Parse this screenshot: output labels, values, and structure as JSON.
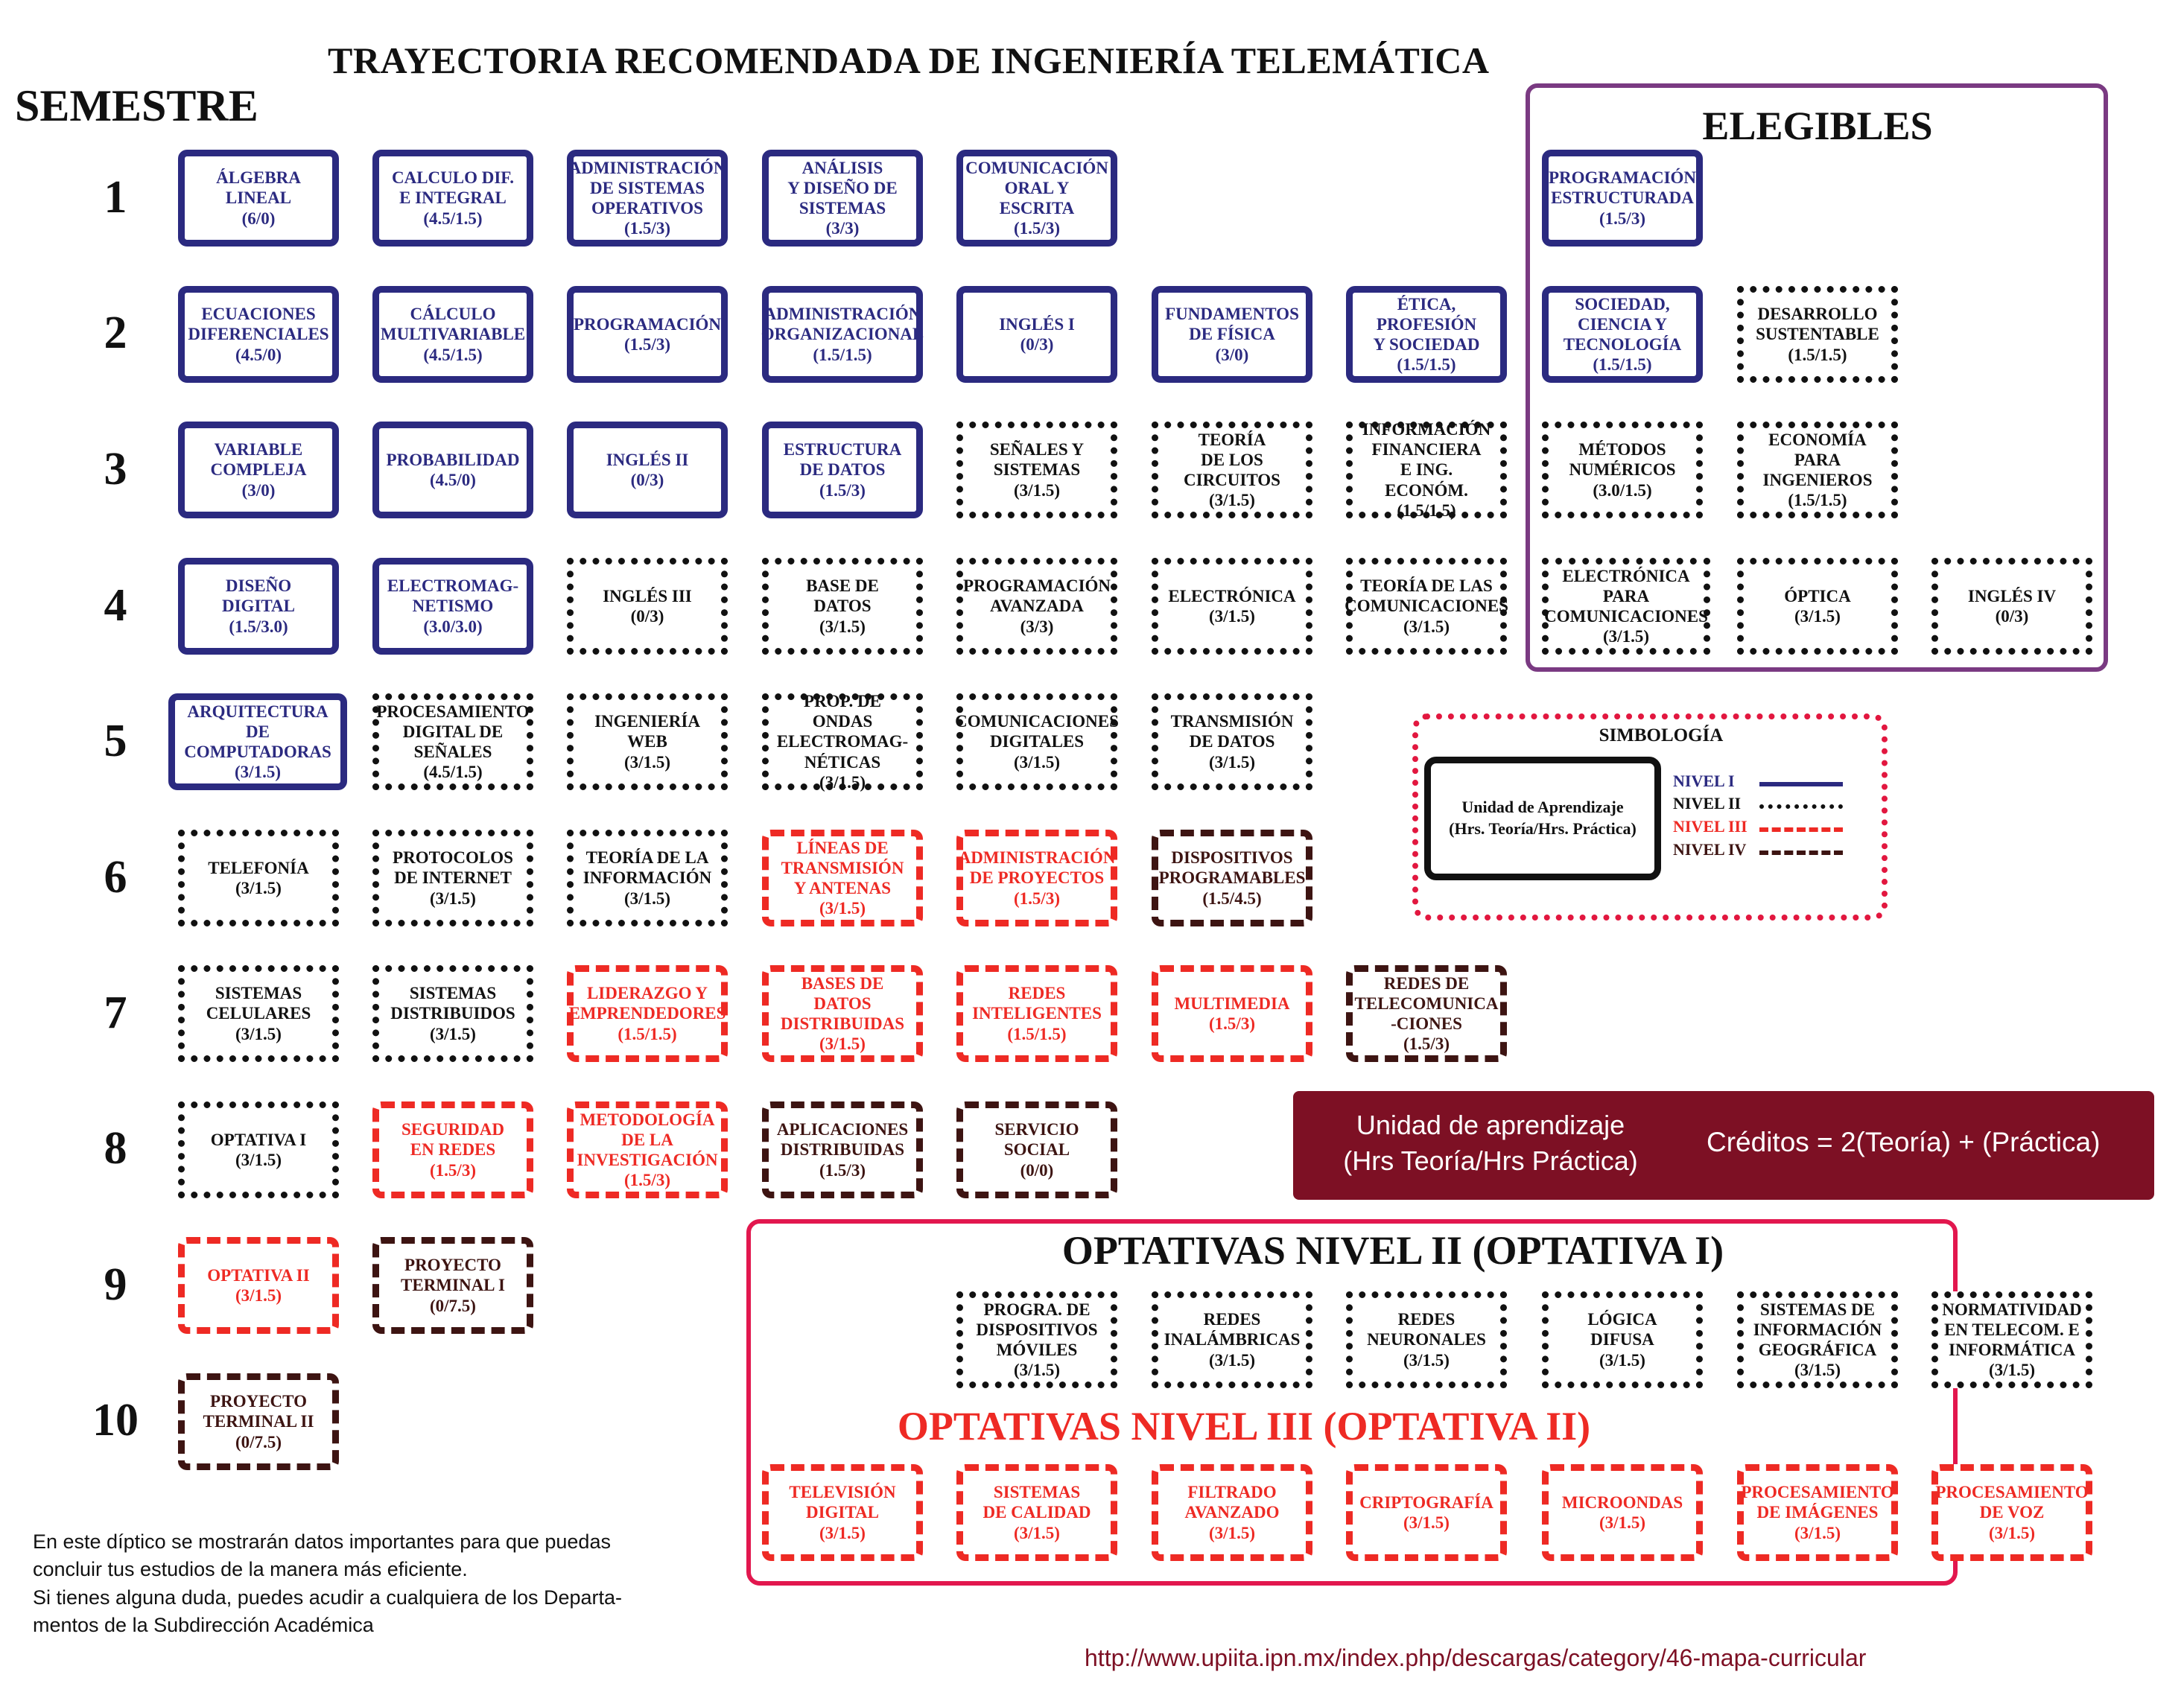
{
  "title": "TRAYECTORIA RECOMENDADA  DE INGENIERÍA TELEMÁTICA",
  "semester_heading": "SEMESTRE",
  "semesters": [
    "1",
    "2",
    "3",
    "4",
    "5",
    "6",
    "7",
    "8",
    "9",
    "10"
  ],
  "colors": {
    "nivel_1": "#2b2a80",
    "nivel_2": "#111111",
    "nivel_3": "#ee2a24",
    "nivel_4": "#3d1412",
    "banner": "#7d1024"
  },
  "courses": [
    {
      "label": "ÁLGEBRA\nLINEAL\n(6/0)",
      "level": 1
    },
    {
      "label": "CALCULO DIF.\nE INTEGRAL\n(4.5/1.5)",
      "level": 1
    },
    {
      "label": "ADMINISTRACIÓN\nDE SISTEMAS\nOPERATIVOS\n(1.5/3)",
      "level": 1
    },
    {
      "label": "ANÁLISIS\nY DISEÑO DE\nSISTEMAS\n(3/3)",
      "level": 1
    },
    {
      "label": "COMUNICACIÓN\nORAL Y ESCRITA\n(1.5/3)",
      "level": 1
    },
    {
      "label": "ECUACIONES\nDIFERENCIALES\n(4.5/0)",
      "level": 1
    },
    {
      "label": "CÁLCULO\nMULTIVARIABLE\n(4.5/1.5)",
      "level": 1
    },
    {
      "label": "PROGRAMACIÓN\n(1.5/3)",
      "level": 1
    },
    {
      "label": "ADMINISTRACIÓN\nORGANIZACIONAL\n(1.5/1.5)",
      "level": 1
    },
    {
      "label": "INGLÉS I\n(0/3)",
      "level": 1
    },
    {
      "label": "FUNDAMENTOS\nDE FÍSICA\n(3/0)",
      "level": 1
    },
    {
      "label": "ÉTICA,\nPROFESIÓN\nY SOCIEDAD\n(1.5/1.5)",
      "level": 1
    },
    {
      "label": "VARIABLE\nCOMPLEJA\n(3/0)",
      "level": 1
    },
    {
      "label": "PROBABILIDAD\n(4.5/0)",
      "level": 1
    },
    {
      "label": "INGLÉS II\n(0/3)",
      "level": 1
    },
    {
      "label": "ESTRUCTURA\nDE DATOS\n(1.5/3)",
      "level": 1
    },
    {
      "label": "SEÑALES Y\nSISTEMAS\n(3/1.5)",
      "level": 2
    },
    {
      "label": "TEORÍA\nDE LOS\nCIRCUITOS\n(3/1.5)",
      "level": 2
    },
    {
      "label": "INFORMACIÓN\nFINANCIERA\nE ING. ECONÓM.\n(1.5/1.5)",
      "level": 2
    },
    {
      "label": "DISEÑO\nDIGITAL\n(1.5/3.0)",
      "level": 1
    },
    {
      "label": "ELECTROMAG-\nNETISMO\n(3.0/3.0)",
      "level": 1
    },
    {
      "label": "INGLÉS III\n(0/3)",
      "level": 2
    },
    {
      "label": "BASE DE\nDATOS\n(3/1.5)",
      "level": 2
    },
    {
      "label": "PROGRAMACIÓN\nAVANZADA\n(3/3)",
      "level": 2
    },
    {
      "label": "ELECTRÓNICA\n(3/1.5)",
      "level": 2
    },
    {
      "label": "TEORÍA DE LAS\nCOMUNICACIONES\n(3/1.5)",
      "level": 2
    },
    {
      "label": "ARQUITECTURA\nDE COMPUTADORAS\n(3/1.5)",
      "level": 1
    },
    {
      "label": "PROCESAMIENTO\nDIGITAL DE\nSEÑALES\n(4.5/1.5)",
      "level": 2
    },
    {
      "label": "INGENIERÍA\nWEB\n(3/1.5)",
      "level": 2
    },
    {
      "label": "PROP.  DE ONDAS\nELECTROMAG-\nNÉTICAS\n(3/1.5)",
      "level": 2
    },
    {
      "label": "COMUNICACIONES\nDIGITALES\n(3/1.5)",
      "level": 2
    },
    {
      "label": "TRANSMISIÓN\nDE DATOS\n(3/1.5)",
      "level": 2
    },
    {
      "label": "TELEFONÍA\n(3/1.5)",
      "level": 2
    },
    {
      "label": "PROTOCOLOS\nDE INTERNET\n(3/1.5)",
      "level": 2
    },
    {
      "label": "TEORÍA DE LA\nINFORMACIÓN\n(3/1.5)",
      "level": 2
    },
    {
      "label": "LÍNEAS DE\nTRANSMISIÓN\nY ANTENAS\n(3/1.5)",
      "level": 3
    },
    {
      "label": "ADMINISTRACIÓN\nDE PROYECTOS\n(1.5/3)",
      "level": 3
    },
    {
      "label": "DISPOSITIVOS\nPROGRAMABLES\n(1.5/4.5)",
      "level": 4
    },
    {
      "label": "SISTEMAS\nCELULARES\n(3/1.5)",
      "level": 2
    },
    {
      "label": "SISTEMAS\nDISTRIBUIDOS\n(3/1.5)",
      "level": 2
    },
    {
      "label": "LIDERAZGO Y\nEMPRENDEDORES\n(1.5/1.5)",
      "level": 3
    },
    {
      "label": "BASES DE\nDATOS\nDISTRIBUIDAS\n(3/1.5)",
      "level": 3
    },
    {
      "label": "REDES\nINTELIGENTES\n(1.5/1.5)",
      "level": 3
    },
    {
      "label": "MULTIMEDIA\n(1.5/3)",
      "level": 3
    },
    {
      "label": "REDES DE\nTELECOMUNICA\n-CIONES\n(1.5/3)",
      "level": 4
    },
    {
      "label": "OPTATIVA I\n(3/1.5)",
      "level": 2
    },
    {
      "label": "SEGURIDAD\nEN REDES\n(1.5/3)",
      "level": 3
    },
    {
      "label": "METODOLOGÍA\nDE LA\nINVESTIGACIÓN\n(1.5/3)",
      "level": 3
    },
    {
      "label": "APLICACIONES\nDISTRIBUIDAS\n(1.5/3)",
      "level": 4
    },
    {
      "label": "SERVICIO\nSOCIAL\n(0/0)",
      "level": 4
    },
    {
      "label": "OPTATIVA II\n(3/1.5)",
      "level": 3
    },
    {
      "label": "PROYECTO\nTERMINAL I\n(0/7.5)",
      "level": 4
    },
    {
      "label": "PROYECTO\nTERMINAL II\n(0/7.5)",
      "level": 4
    }
  ],
  "elegibles": {
    "title": "ELEGIBLES",
    "items": [
      {
        "label": "PROGRAMACIÓN\nESTRUCTURADA\n(1.5/3)",
        "level": 1
      },
      {
        "label": "SOCIEDAD,\nCIENCIA Y\nTECNOLOGÍA\n(1.5/1.5)",
        "level": 1
      },
      {
        "label": "DESARROLLO\nSUSTENTABLE\n(1.5/1.5)",
        "level": 2
      },
      {
        "label": "MÉTODOS\nNUMÉRICOS\n(3.0/1.5)",
        "level": 2
      },
      {
        "label": "ECONOMÍA\nPARA\nINGENIEROS\n(1.5/1.5)",
        "level": 2
      },
      {
        "label": "ELECTRÓNICA\nPARA\nCOMUNICACIONES\n(3/1.5)",
        "level": 2
      },
      {
        "label": "ÓPTICA\n(3/1.5)",
        "level": 2
      },
      {
        "label": "INGLÉS  IV\n(0/3)",
        "level": 2
      }
    ]
  },
  "simbologia": {
    "title": "SIMBOLOGÍA",
    "card": "Unidad de Aprendizaje\n(Hrs. Teoría/Hrs. Práctica)",
    "levels": [
      "NIVEL I",
      "NIVEL II",
      "NIVEL III",
      "NIVEL IV"
    ]
  },
  "banner": {
    "unit": "Unidad de aprendizaje\n(Hrs Teoría/Hrs Práctica)",
    "formula": "Créditos = 2(Teoría) + (Práctica)"
  },
  "optativas": {
    "nivel2_title": "OPTATIVAS NIVEL II (OPTATIVA I)",
    "nivel2_items": [
      {
        "label": "PROGRA. DE\nDISPOSITIVOS\nMÓVILES\n(3/1.5)",
        "level": 2
      },
      {
        "label": "REDES\nINALÁMBRICAS\n(3/1.5)",
        "level": 2
      },
      {
        "label": "REDES\nNEURONALES\n(3/1.5)",
        "level": 2
      },
      {
        "label": "LÓGICA\nDIFUSA\n(3/1.5)",
        "level": 2
      },
      {
        "label": "SISTEMAS DE\nINFORMACIÓN\nGEOGRÁFICA\n(3/1.5)",
        "level": 2
      },
      {
        "label": "NORMATIVIDAD\nEN TELECOM. E\nINFORMÁTICA\n(3/1.5)",
        "level": 2
      }
    ],
    "nivel3_title": "OPTATIVAS NIVEL III (OPTATIVA II)",
    "nivel3_items": [
      {
        "label": "TELEVISIÓN\nDIGITAL\n(3/1.5)",
        "level": 3
      },
      {
        "label": "SISTEMAS\nDE CALIDAD\n(3/1.5)",
        "level": 3
      },
      {
        "label": "FILTRADO\nAVANZADO\n(3/1.5)",
        "level": 3
      },
      {
        "label": "CRIPTOGRAFÍA\n(3/1.5)",
        "level": 3
      },
      {
        "label": "MICROONDAS\n(3/1.5)",
        "level": 3
      },
      {
        "label": "PROCESAMIENTO\nDE IMÁGENES\n(3/1.5)",
        "level": 3
      },
      {
        "label": "PROCESAMIENTO\nDE VOZ\n(3/1.5)",
        "level": 3
      }
    ]
  },
  "footer": {
    "note": "En este díptico se mostrarán datos importantes para que puedas\nconcluir tus estudios de la manera más eficiente.\nSi tienes alguna duda, puedes acudir a cualquiera de los Departa-\nmentos de la Subdirección Académica",
    "url": "http://www.upiita.ipn.mx/index.php/descargas/category/46-mapa-curricular"
  }
}
